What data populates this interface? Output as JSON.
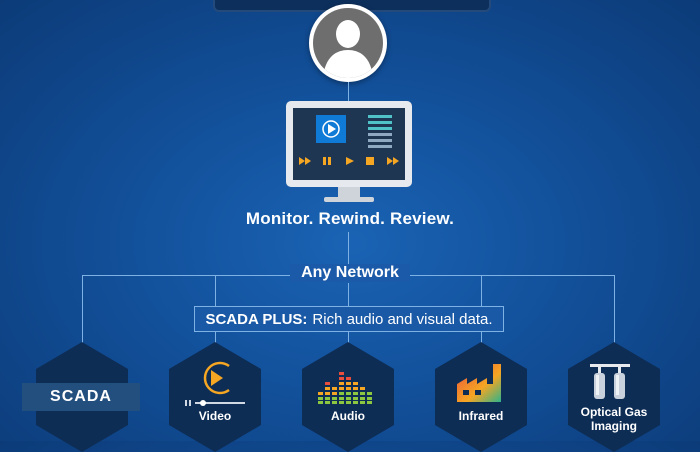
{
  "tagline": "Monitor. Rewind. Review.",
  "network_label": "Any Network",
  "scada_plus": {
    "bold": "SCADA PLUS:",
    "text": "Rich audio and visual data."
  },
  "nodes": [
    {
      "label": "SCADA",
      "icon": "scada-label"
    },
    {
      "label": "Video",
      "icon": "play-icon"
    },
    {
      "label": "Audio",
      "icon": "equalizer-icon"
    },
    {
      "label": "Infrared",
      "icon": "factory-icon"
    },
    {
      "label_line1": "Optical Gas",
      "label_line2": "Imaging",
      "icon": "gas-cylinder-icon"
    }
  ],
  "colors": {
    "background": "#12509a",
    "hexagon": "#0d2d55",
    "accent_orange": "#f5a623",
    "connector": "#7fb2e4"
  }
}
